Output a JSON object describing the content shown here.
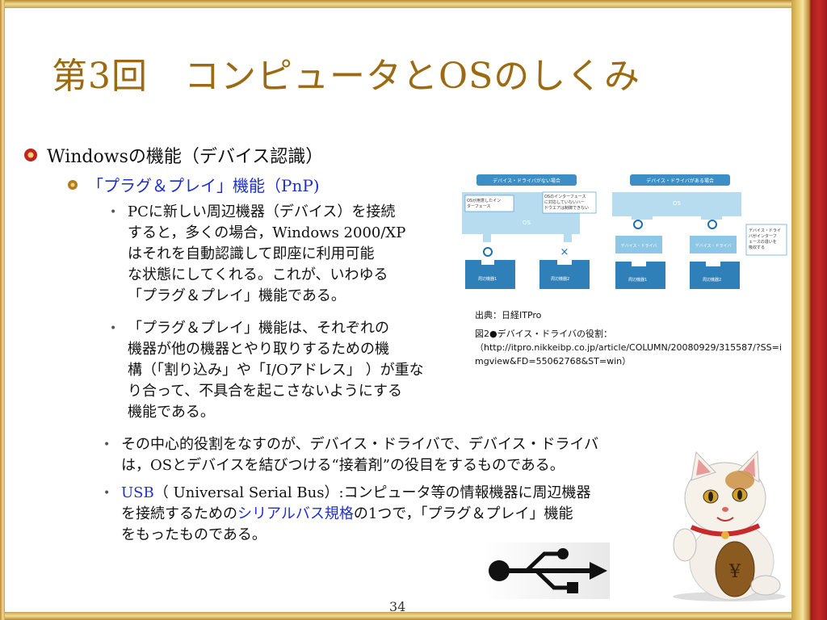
{
  "slide": {
    "title": "第3回　コンピュータとOSのしくみ",
    "page_number": "34"
  },
  "level1": {
    "text": "Windowsの機能（デバイス認識）"
  },
  "level2": {
    "text": "「プラグ＆プレイ」機能（PnP)"
  },
  "subs": {
    "s1": {
      "line1": "PCに新しい周辺機器（デバイス）を接続",
      "line2": "すると，多くの場合，Windows 2000/XP",
      "line3": "はそれを自動認識して即座に利用可能",
      "line4": "な状態にしてくれる。これが、いわゆる",
      "line5": "「プラグ＆プレイ」機能である。"
    },
    "s2": {
      "line1": "「プラグ＆プレイ」機能は、それぞれの",
      "line2": "機器が他の機器とやり取りするための機",
      "line3": "構（「割り込み」や「I/Oアドレス」 ）が重な",
      "line4": "り合って、不具合を起こさないようにする",
      "line5": "機能である。"
    },
    "s3": {
      "line1": "その中心的役割をなすのが、デバイス・ドライバで、デバイス・ドライバ",
      "line2": "は，OSとデバイスを結びつける“接着剤”の役目をするものである。"
    },
    "s4": {
      "usb": "USB",
      "line1_rest": "（ Universal Serial Bus）:コンピュータ等の情報機器に周辺機器",
      "line2_pre": "を接続するための",
      "serial": "シリアルバス規格",
      "line2_post": "の1つで，「プラグ＆プレイ」機能",
      "line3": "をもったものである。"
    }
  },
  "caption": {
    "source": "出典：日経ITPro",
    "fig": "図2●デバイス・ドライバの役割：",
    "url1": "（http://itpro.nikkeibp.co.jp/article/COLUMN/20080929/315587/?SS=i",
    "url2": "mgview&FD=55062768&ST=win）"
  },
  "diagram": {
    "left_header": "デバイス・ドライバがない場合",
    "right_header": "デバイス・ドライバがある場合",
    "os": "OS",
    "left_note1": "OSが用意したイン",
    "left_note2": "ターフェース",
    "left_note3": "OSのインターフェース",
    "left_note4": "に対応していないハー",
    "left_note5": "ドウエアは制御できない",
    "driver": "デバイス・ドライバ",
    "dev1": "周辺機器1",
    "dev2": "周辺機器2",
    "right_note1": "デバイス・ドライ",
    "right_note2": "バがインターフ",
    "right_note3": "ェースの違いを",
    "right_note4": "吸収する"
  },
  "colors": {
    "title": "#9b6a13",
    "link": "#1f30c8",
    "frame_red": "#c62a2a",
    "frame_gold": "#e8c86a",
    "diagram_blue": "#3c8fc6"
  }
}
